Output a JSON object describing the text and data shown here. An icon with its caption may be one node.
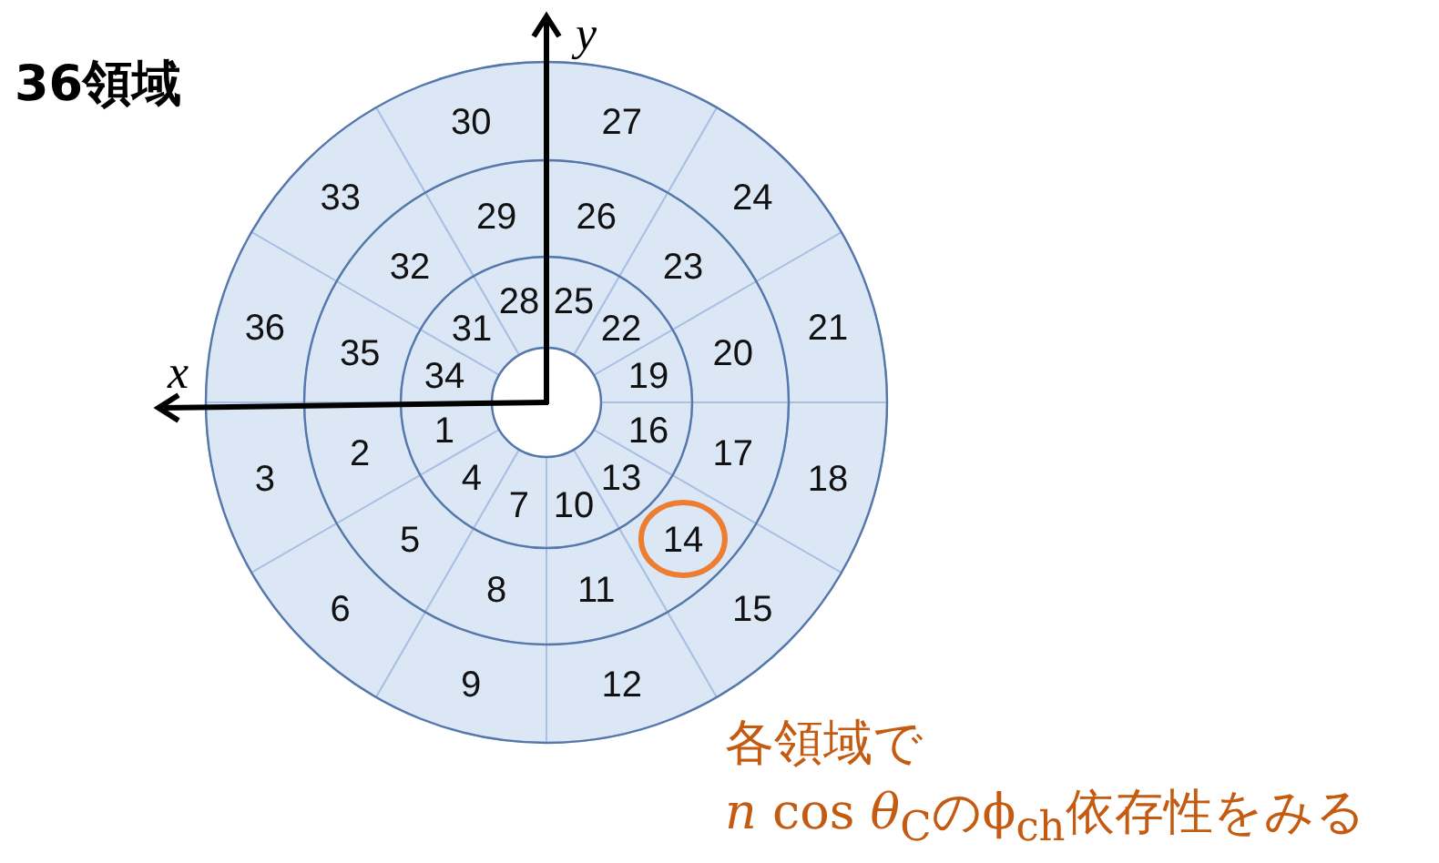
{
  "diagram": {
    "title": "36領域",
    "nodes": [
      {
        "text": [
          "1"
        ]
      },
      {
        "text": [
          "2"
        ]
      },
      {
        "text": [
          "3"
        ]
      },
      {
        "text": [
          "4"
        ]
      },
      {
        "text": [
          "5"
        ]
      },
      {
        "text": [
          "6"
        ]
      },
      {
        "text": [
          "7"
        ]
      },
      {
        "text": [
          "8"
        ]
      },
      {
        "text": [
          "9"
        ]
      },
      {
        "text": [
          "10"
        ]
      },
      {
        "text": [
          "11"
        ]
      },
      {
        "text": [
          "12"
        ]
      },
      {
        "text": [
          "13"
        ]
      },
      {
        "text": [
          "14"
        ]
      },
      {
        "text": [
          "15"
        ]
      },
      {
        "text": [
          "16"
        ]
      },
      {
        "text": [
          "17"
        ]
      },
      {
        "text": [
          "18"
        ]
      },
      {
        "text": [
          "19"
        ]
      },
      {
        "text": [
          "20"
        ]
      },
      {
        "text": [
          "21"
        ]
      },
      {
        "text": [
          "22"
        ]
      },
      {
        "text": [
          "23"
        ]
      },
      {
        "text": [
          "24"
        ]
      },
      {
        "text": [
          "25"
        ]
      },
      {
        "text": [
          "26"
        ]
      },
      {
        "text": [
          "27"
        ]
      },
      {
        "text": [
          "28"
        ]
      },
      {
        "text": [
          "29"
        ]
      },
      {
        "text": [
          "30"
        ]
      },
      {
        "text": [
          "31"
        ]
      },
      {
        "text": [
          "32"
        ]
      },
      {
        "text": [
          "33"
        ]
      },
      {
        "text": [
          "34"
        ]
      },
      {
        "text": [
          "35"
        ]
      },
      {
        "text": [
          "36"
        ]
      }
    ],
    "labels": [
      "y",
      "x",
      "各領域で",
      "*n* cos *θ*$_{C}$のϕ$_{ch}$依存性をみる"
    ]
  }
}
